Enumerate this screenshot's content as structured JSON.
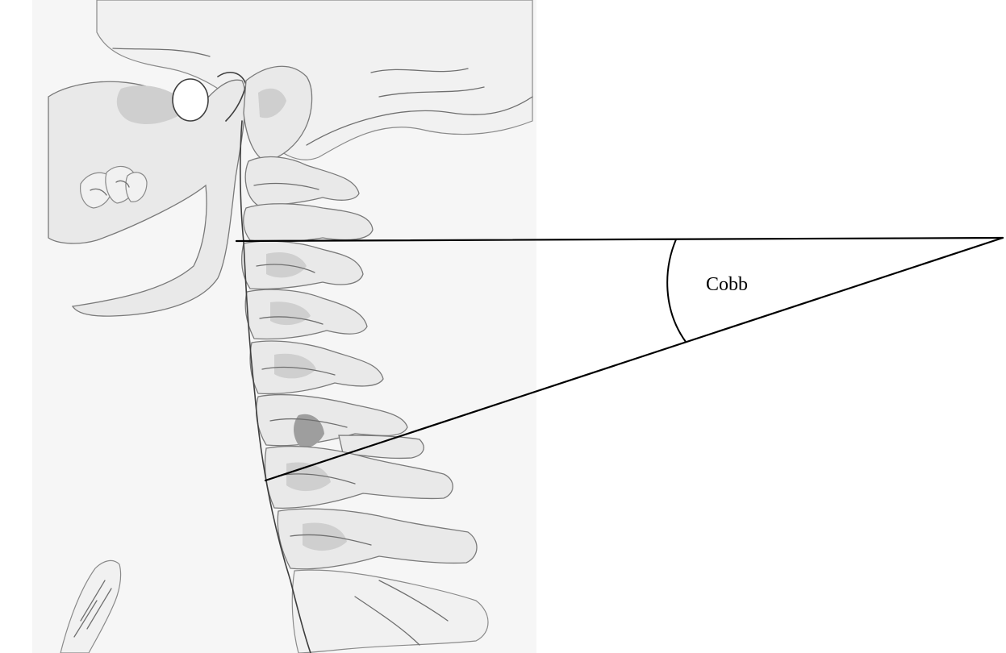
{
  "figure": {
    "angle_label": "Cobb",
    "line_color": "#000000",
    "background": "#ffffff"
  },
  "illustration": {
    "subject": "lateral-cervical-spine-sketch",
    "style": "pencil-drawing-grayscale"
  }
}
